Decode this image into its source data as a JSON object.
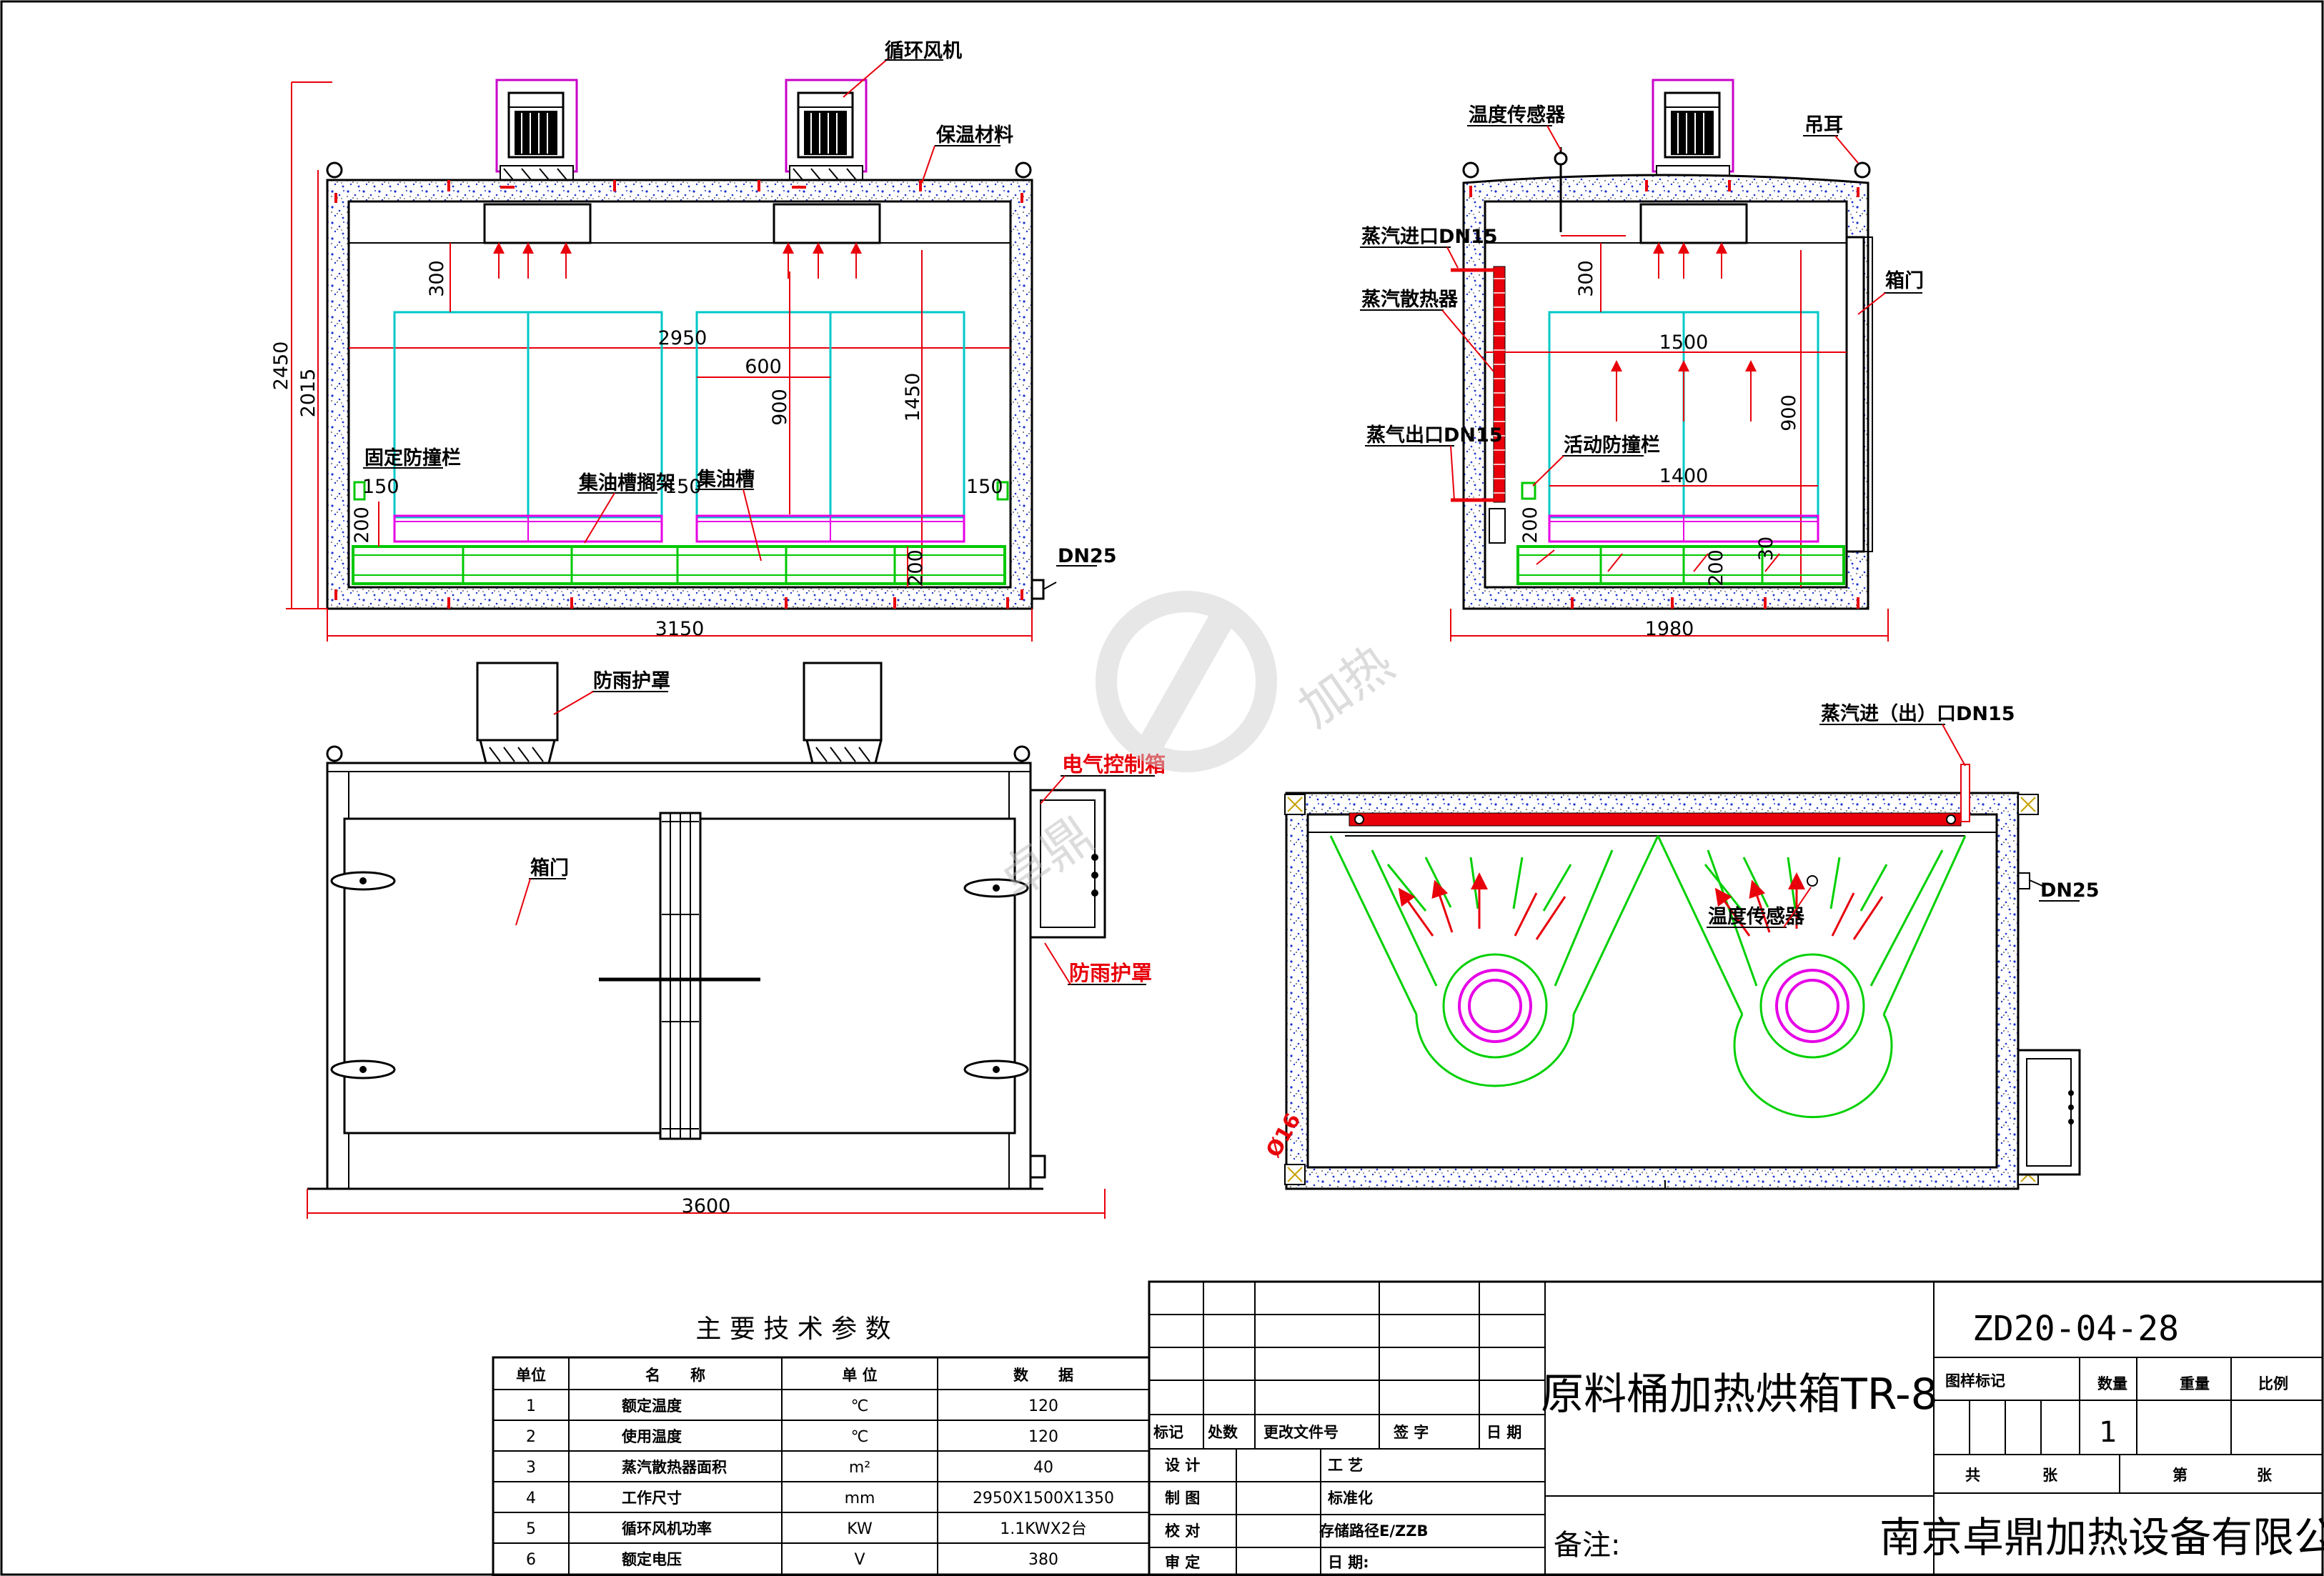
{
  "views": {
    "front": {
      "labels": {
        "fan": "循环风机",
        "insulation": "保温材料",
        "fixed_rail": "固定防撞栏",
        "oil_tray_rack": "集油槽搁架",
        "oil_tray": "集油槽",
        "drain": "DN25"
      },
      "dims": {
        "total_height": "2450",
        "inner_height": "2015",
        "width_inner": "2950",
        "gap_300": "300",
        "spacing_600": "600",
        "height_900": "900",
        "height_1450": "1450",
        "side_150_a": "150",
        "side_150_b": "150",
        "side_150_c": "150",
        "bottom_200_a": "200",
        "bottom_200_b": "200",
        "total_width": "3150"
      }
    },
    "side": {
      "labels": {
        "temp_sensor": "温度传感器",
        "lifting_lug": "吊耳",
        "steam_in": "蒸汽进口DN15",
        "steam_heater": "蒸汽散热器",
        "door": "箱门",
        "steam_out": "蒸气出口DN15",
        "movable_rail": "活动防撞栏"
      },
      "dims": {
        "gap_300": "300",
        "width_1500": "1500",
        "height_900": "900",
        "width_1400": "1400",
        "bottom_200_a": "200",
        "bottom_200_b": "200",
        "small_30": "30",
        "total_width": "1980"
      }
    },
    "exterior": {
      "labels": {
        "rain_cover_top": "防雨护罩",
        "control_box": "电气控制箱",
        "door": "箱门",
        "rain_cover_side": "防雨护罩"
      },
      "dims": {
        "total_length": "3600"
      }
    },
    "plan": {
      "labels": {
        "steam_port": "蒸汽进（出）口DN15",
        "temp_sensor": "温度传感器",
        "drain": "DN25",
        "diameter": "Ø16"
      }
    }
  },
  "watermark": {
    "text": "加热",
    "text2": "卓鼎"
  },
  "params_table": {
    "title": "主 要 技 术 参 数",
    "headers": [
      "单位",
      "名　　称",
      "单 位",
      "数　　据"
    ],
    "rows": [
      {
        "no": "1",
        "name": "额定温度",
        "unit": "℃",
        "value": "120"
      },
      {
        "no": "2",
        "name": "使用温度",
        "unit": "℃",
        "value": "120"
      },
      {
        "no": "3",
        "name": "蒸汽散热器面积",
        "unit": "m²",
        "value": "40"
      },
      {
        "no": "4",
        "name": "工作尺寸",
        "unit": "mm",
        "value": "2950X1500X1350"
      },
      {
        "no": "5",
        "name": "循环风机功率",
        "unit": "KW",
        "value": "1.1KWX2台"
      },
      {
        "no": "6",
        "name": "额定电压",
        "unit": "V",
        "value": "380"
      }
    ]
  },
  "title_block": {
    "rev_headers": [
      "标记",
      "处数",
      "更改文件号",
      "签 字",
      "日 期"
    ],
    "roles": {
      "design": "设 计",
      "drafting": "制 图",
      "check": "校 对",
      "approve": "审 定",
      "process": "工 艺",
      "standard": "标准化",
      "storage": "存储路径E/ZZB",
      "date": "日 期:"
    },
    "drawing_title": "原料桶加热烘箱TR-8",
    "drawing_code": "ZD20-04-28",
    "stage_label": "图样标记",
    "qty_label": "数量",
    "weight_label": "重量",
    "scale_label": "比例",
    "qty_value": "1",
    "total_label": "共",
    "sheets_label": "张",
    "sheet_label": "第",
    "sheet_unit": "张",
    "remarks": "备注:",
    "company": "南京卓鼎加热设备有限公司"
  },
  "colors": {
    "dimension": "#e8000b",
    "frame_inner": "#00c8c8",
    "rack": "#e600e6",
    "rail": "#00c800",
    "insulation_dot": "#1a33cc",
    "fan_box": "#c800c8"
  }
}
